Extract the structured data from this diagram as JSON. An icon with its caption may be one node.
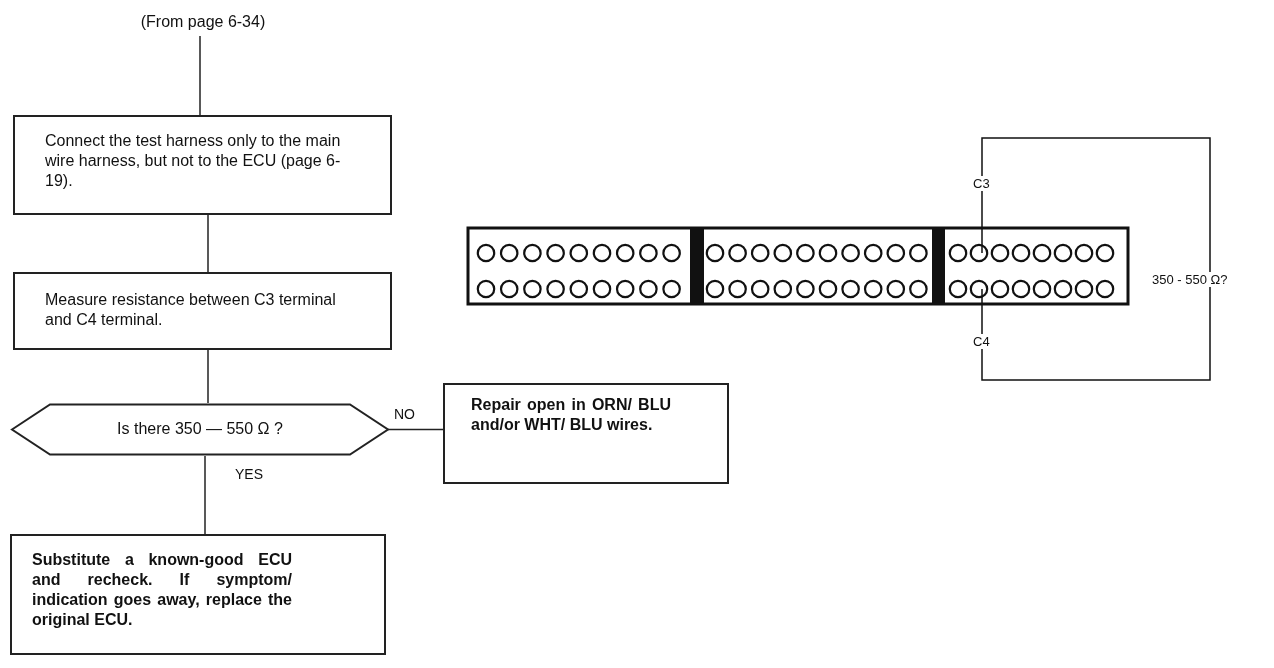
{
  "diagram": {
    "nodes": [
      {
        "text": [
          "(From page 6-34)"
        ]
      },
      {
        "text": [
          "Connect the test harness only to the main wire harness, but not to the ECU (page 6-19)."
        ]
      },
      {
        "text": [
          "Measure resistance between C3 terminal and C4 terminal."
        ]
      },
      {
        "text": [
          "Is there 350 — 550 Ω ?"
        ]
      },
      {
        "text": [
          "Repair open in ORN/ BLU and/or WHT/ BLU wires."
        ]
      },
      {
        "text": [
          "Substitute a known-good ECU and recheck. If symptom/ indication goes away, replace the original ECU."
        ]
      }
    ],
    "edges": [
      {
        "from": 0,
        "to": 1,
        "arrow": "none"
      },
      {
        "from": 1,
        "to": 2,
        "arrow": "none"
      },
      {
        "from": 2,
        "to": 3,
        "arrow": "none"
      },
      {
        "from": 3,
        "to": 4,
        "arrow": "none",
        "label": "NO"
      },
      {
        "from": 3,
        "to": 5,
        "arrow": "none",
        "label": "YES"
      }
    ],
    "labels": [
      "C3",
      "C4",
      "350 - 550 Ω?"
    ]
  }
}
